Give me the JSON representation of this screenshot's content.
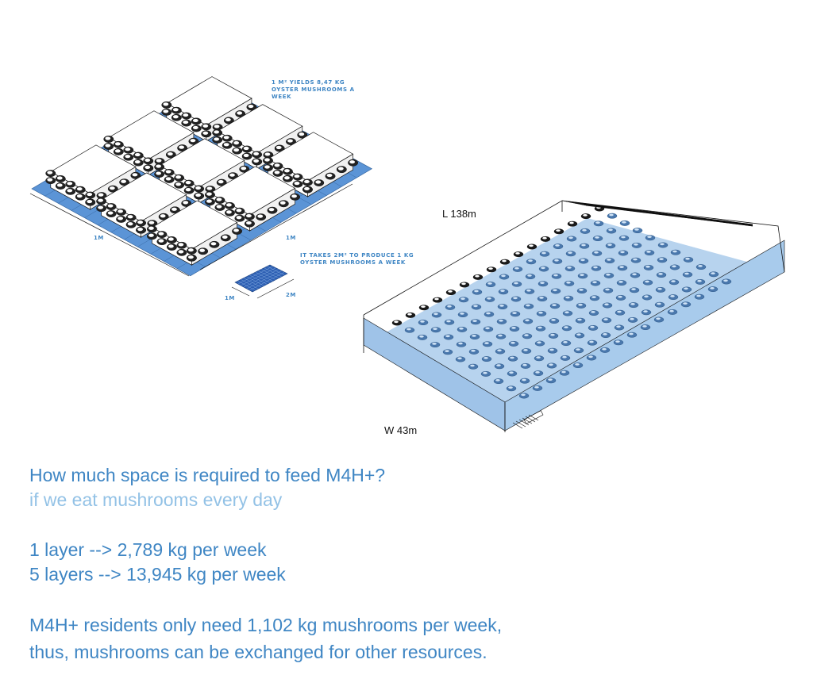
{
  "colors": {
    "accent": "#3f86c4",
    "accent_light": "#93c2e6",
    "fill_blue": "#b7d3ee",
    "fill_blue_dark": "#5b94d6",
    "ink": "#111111"
  },
  "left_diagram": {
    "caption_yield": "1 M² YIELDS 8,47 KG\nOYSTER MUSHROOMS A\nWEEK",
    "dim_left": "1M",
    "dim_right": "1M",
    "caption_area": "IT TAKES 2M² TO PRODUCE 1 KG\nOYSTER MUSHROOMS A WEEK",
    "small_dim_w": "1M",
    "small_dim_l": "2M"
  },
  "right_diagram": {
    "length_label": "L 138m",
    "width_label": "W 43m"
  },
  "text": {
    "question": "How much space is required to feed M4H+?",
    "subtitle": "if we eat mushrooms every day",
    "layer1": "1 layer --> 2,789 kg per week",
    "layer5": "5 layers --> 13,945 kg per week",
    "conclusion1": "M4H+ residents only need 1,102 kg mushrooms per week,",
    "conclusion2": "thus, mushrooms can be exchanged for other resources."
  }
}
